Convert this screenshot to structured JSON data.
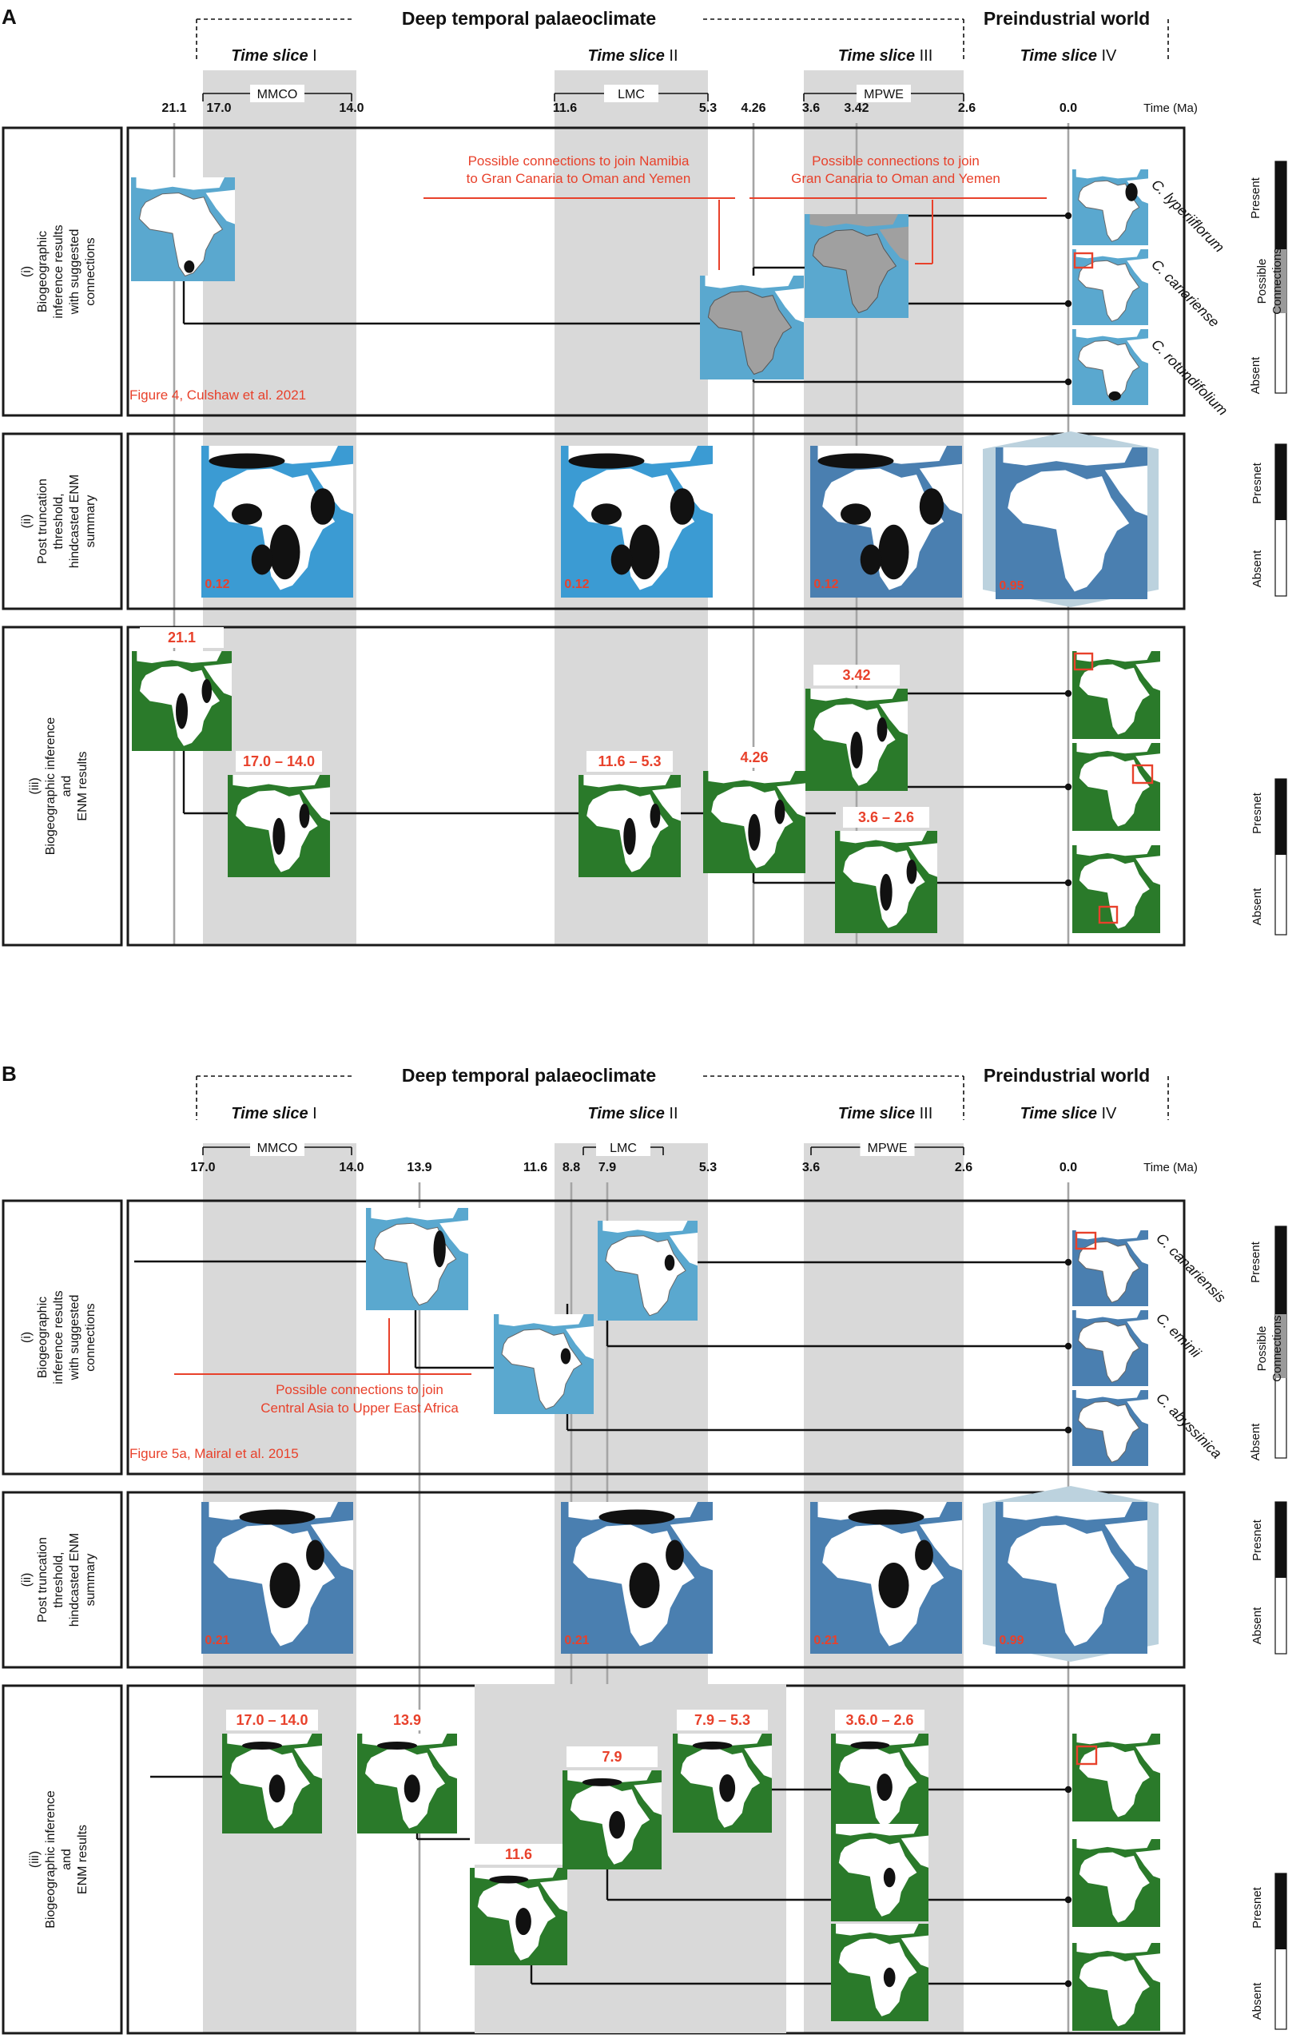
{
  "colors": {
    "band": "#d9d9d9",
    "panel_border": "#1a1a1a",
    "accent_red": "#e8412b",
    "ocean_blue": "#3b9bd3",
    "ocean_steel": "#4a7fb0",
    "map_sky": "#5aa8cf",
    "land_green": "#2a7a2a",
    "map_black": "#111111",
    "map_white": "#ffffff",
    "grid_line": "#a5a5a5",
    "grey_range": "#a0a0a0"
  },
  "panels": [
    {
      "letter": "A",
      "header": {
        "deep": "Deep temporal palaeoclimate",
        "pre": "Preindustrial world"
      },
      "slices": [
        {
          "name": "Time slice",
          "roman": "I"
        },
        {
          "name": "Time slice",
          "roman": "II"
        },
        {
          "name": "Time slice",
          "roman": "III"
        },
        {
          "name": "Time slice",
          "roman": "IV"
        }
      ],
      "periods": [
        "MMCO",
        "LMC",
        "MPWE"
      ],
      "ticks": [
        "21.1",
        "17.0",
        "14.0",
        "11.6",
        "5.3",
        "4.26",
        "3.6",
        "3.42",
        "2.6",
        "0.0"
      ],
      "time_unit": "Time (Ma)",
      "rows": [
        "(i)\nBiogeographic\ninference results\nwith suggested\nconnections",
        "(ii)\nPost truncation\nthreshold,\nhindcasted ENM\nsummary",
        "(iii)\nBiogeographic inference\nand\nENM results"
      ],
      "connections": [
        "Possible connections to join Namibia\nto Gran Canaria to Oman and Yemen",
        "Possible connections to join\nGran Canaria to Oman and Yemen"
      ],
      "source": "Figure 4, Culshaw et al. 2021",
      "species": [
        "C. lyperiiflorum",
        "C. canariense",
        "C. rotundifolium"
      ],
      "thresholds": [
        "0.12",
        "0.12",
        "0.12",
        "0.95"
      ],
      "enm_labels": [
        "21.1",
        "17.0 – 14.0",
        "11.6 – 5.3",
        "4.26",
        "3.42",
        "3.6 – 2.6"
      ],
      "legend_i": [
        "Present",
        "Possible\nConnections",
        "Absent"
      ],
      "legend_ii": [
        "Presnet",
        "Absent"
      ],
      "legend_iii": [
        "Presnet",
        "Absent"
      ]
    },
    {
      "letter": "B",
      "header": {
        "deep": "Deep temporal palaeoclimate",
        "pre": "Preindustrial world"
      },
      "slices": [
        {
          "name": "Time slice",
          "roman": "I"
        },
        {
          "name": "Time slice",
          "roman": "II"
        },
        {
          "name": "Time slice",
          "roman": "III"
        },
        {
          "name": "Time slice",
          "roman": "IV"
        }
      ],
      "periods": [
        "MMCO",
        "LMC",
        "MPWE"
      ],
      "ticks": [
        "17.0",
        "14.0",
        "13.9",
        "11.6",
        "8.8",
        "7.9",
        "5.3",
        "3.6",
        "2.6",
        "0.0"
      ],
      "time_unit": "Time (Ma)",
      "rows": [
        "(i)\nBiogeographic\ninference results\nwith suggested\nconnections",
        "(ii)\nPost truncation\nthreshold,\nhindcasted ENM\nsummary",
        "(iii)\nBiogeographic inference\nand\nENM results"
      ],
      "connections": [
        "Possible connections to join\nCentral Asia to Upper East Africa"
      ],
      "source": "Figure 5a, Mairal et al. 2015",
      "species": [
        "C. canariensis",
        "C. eminii",
        "C. abyssinica"
      ],
      "thresholds": [
        "0.21",
        "0.21",
        "0.21",
        "0.99"
      ],
      "enm_labels": [
        "17.0 – 14.0",
        "13.9",
        "11.6",
        "7.9",
        "7.9 – 5.3",
        "3.6.0 – 2.6"
      ],
      "legend_i": [
        "Present",
        "Possible\nConnections",
        "Absent"
      ],
      "legend_ii": [
        "Presnet",
        "Absent"
      ],
      "legend_iii": [
        "Presnet",
        "Absent"
      ]
    }
  ]
}
